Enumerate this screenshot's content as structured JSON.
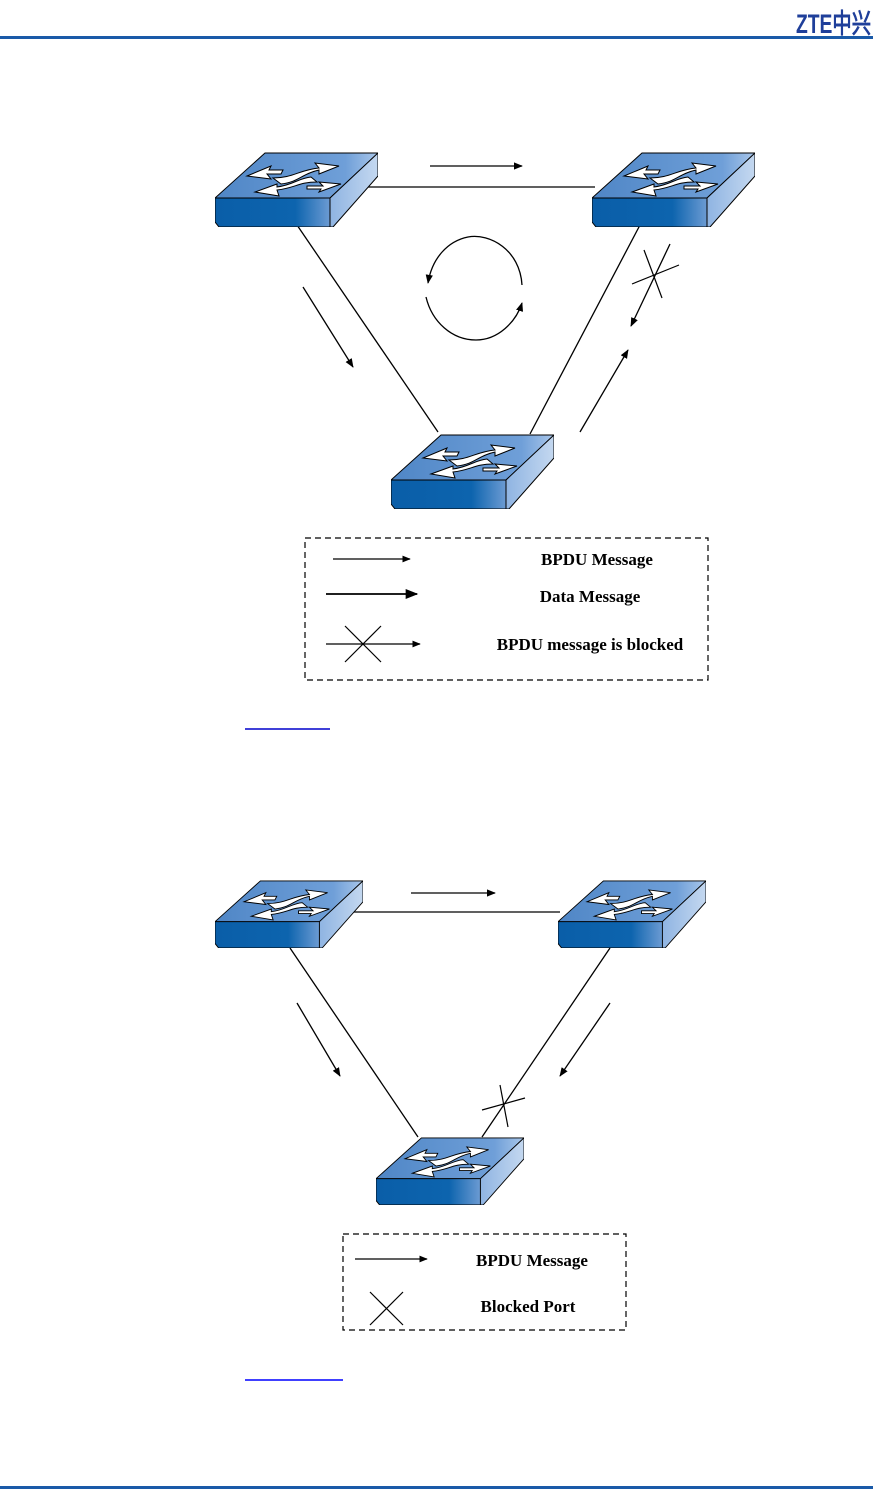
{
  "header": {
    "logo_text": "ZTE中兴",
    "rule_color": "#1a5aa8"
  },
  "figure1": {
    "legend": {
      "bpdu_message": "BPDU Message",
      "data_message": "Data Message",
      "bpdu_blocked": "BPDU message is blocked"
    },
    "link_color": "#0000cc"
  },
  "figure2": {
    "legend": {
      "bpdu_message": "BPDU Message",
      "blocked_port": "Blocked Port"
    },
    "link_color": "#0000ff"
  },
  "icons": {
    "switch": "network-switch-icon"
  }
}
